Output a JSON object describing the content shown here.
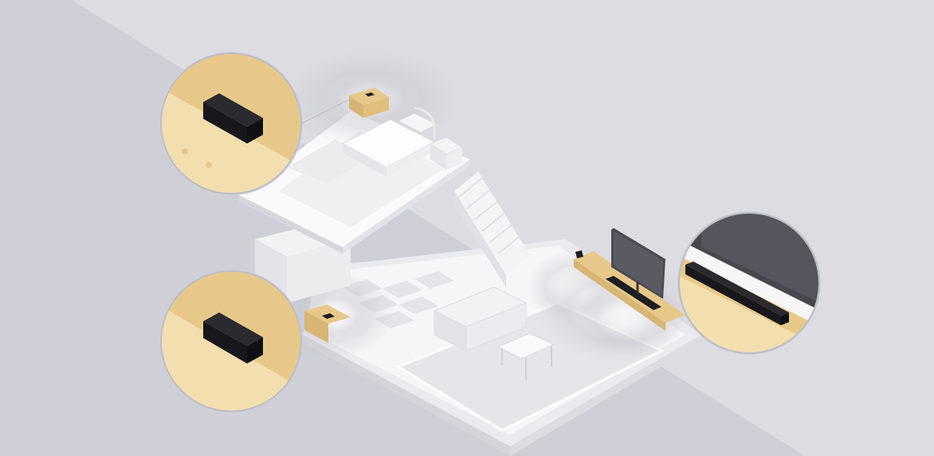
{
  "illustration": {
    "subject": "multi-room-speaker-home",
    "palette": {
      "background_light": "#d9d9df",
      "background_dark": "#c6c6cf",
      "floor": "#f4f4f6",
      "floor_shadow": "#d7d7dd",
      "wood": "#e8c88a",
      "wood_light": "#f3deb0",
      "speaker": "#1e1e22",
      "tv_screen": "#505057",
      "sound_wave": "#b9b9c2"
    },
    "callouts": [
      {
        "id": "upstairs-speaker",
        "icon": "speaker-closeup"
      },
      {
        "id": "downstairs-speaker",
        "icon": "speaker-closeup"
      },
      {
        "id": "soundbar",
        "icon": "soundbar-tv-closeup"
      }
    ]
  }
}
